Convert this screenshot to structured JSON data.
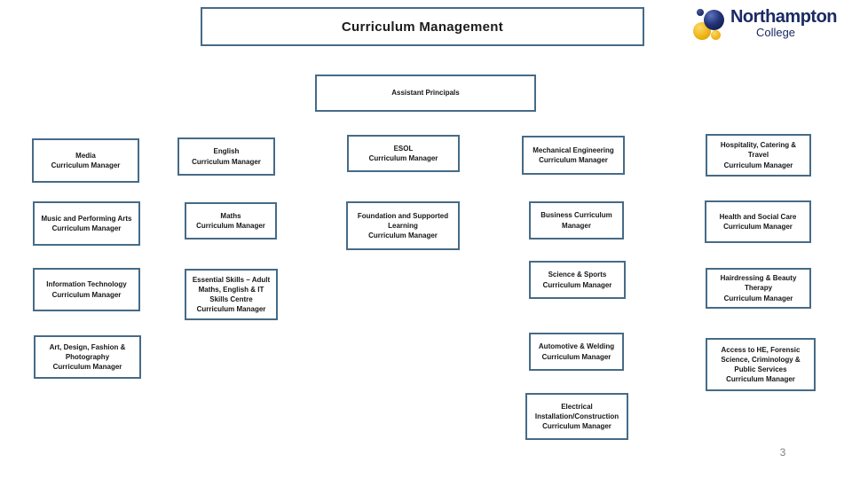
{
  "title_box": {
    "label": "Curriculum Management"
  },
  "root_box": {
    "label": "Assistant Principals"
  },
  "logo": {
    "name": "Northampton",
    "subtitle": "College"
  },
  "page_number": "3",
  "org_boxes": {
    "media": "Media\nCurriculum Manager",
    "music": "Music and Performing Arts\nCurriculum Manager",
    "information_technology": "Information Technology\nCurriculum Manager",
    "art": "Art, Design, Fashion &\nPhotography\nCurriculum Manager",
    "english": "English\nCurriculum Manager",
    "maths": "Maths\nCurriculum Manager",
    "essential_skills": "Essential Skills – Adult\nMaths, English & IT\nSkills Centre\nCurriculum Manager",
    "esol": "ESOL\nCurriculum Manager",
    "foundation": "Foundation and Supported\nLearning\nCurriculum Manager",
    "mechanical": "Mechanical Engineering\nCurriculum Manager",
    "business": "Business Curriculum\nManager",
    "science_sports": "Science & Sports\nCurriculum Manager",
    "automotive": "Automotive & Welding\nCurriculum Manager",
    "electrical": "Electrical\nInstallation/Construction\nCurriculum Manager",
    "hospitality": "Hospitality, Catering &\nTravel\nCurriculum Manager",
    "health": "Health and Social Care\nCurriculum Manager",
    "hairdressing": "Hairdressing & Beauty\nTherapy\nCurriculum Manager",
    "access": "Access to HE, Forensic\nScience, Criminology &\nPublic Services\nCurriculum Manager"
  },
  "colors": {
    "box_border": "#466b87",
    "logo_navy": "#1b2a63",
    "logo_gold": "#eeb111",
    "page_number_gray": "#808080"
  }
}
